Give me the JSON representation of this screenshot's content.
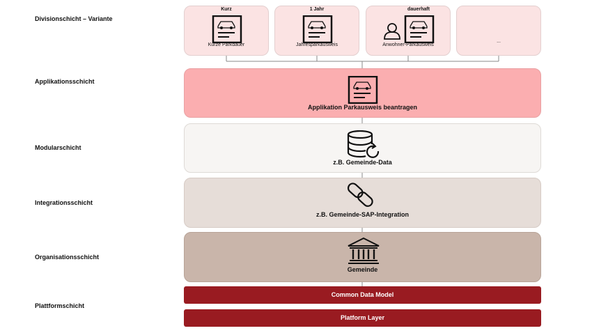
{
  "labels": {
    "division": "Divisionschicht – Variante",
    "application": "Applikationsschicht",
    "modular": "Modularschicht",
    "integration": "Integrationsschicht",
    "organisation": "Organisationsschicht",
    "platform": "Plattformschicht"
  },
  "variants": [
    {
      "top": "Kurz",
      "bottom": "Kurze Parkdauer",
      "icon": "parking-permit-icon"
    },
    {
      "top": "1 Jahr",
      "bottom": "Jahresparkausweis",
      "icon": "parking-permit-icon"
    },
    {
      "top": "dauerhaft",
      "bottom": "Anwohner-Parkausweis",
      "icon": "resident-permit-icon"
    },
    {
      "top": "",
      "bottom": "...",
      "icon": ""
    }
  ],
  "layers": {
    "application": "Applikation Parkausweis beantragen",
    "modular": "z.B. Gemeinde-Data",
    "integration": "z.B. Gemeinde-SAP-Integration",
    "organisation": "Gemeinde"
  },
  "bars": {
    "cdm": "Common Data Model",
    "platform": "Platform Layer"
  },
  "colors": {
    "variant_card": "#fbe3e3",
    "application": "#fbaeb0",
    "modular": "#f7f5f3",
    "integration": "#e6ddd8",
    "organisation": "#c9b5aa",
    "bar": "#991b21"
  }
}
